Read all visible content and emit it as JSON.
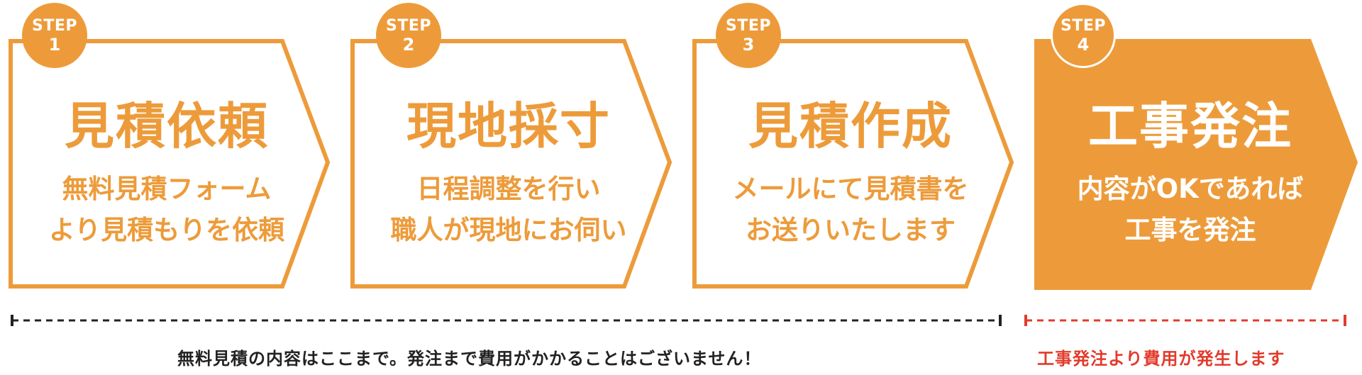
{
  "steps": [
    {
      "label": "STEP",
      "number": "1",
      "title": "見積依頼",
      "desc1": "無料見積フォーム",
      "desc2": "より見積もりを依頼"
    },
    {
      "label": "STEP",
      "number": "2",
      "title": "現地採寸",
      "desc1": "日程調整を行い",
      "desc2": "職人が現地にお伺い"
    },
    {
      "label": "STEP",
      "number": "3",
      "title": "見積作成",
      "desc1": "メールにて見積書を",
      "desc2": "お送りいたします"
    },
    {
      "label": "STEP",
      "number": "4",
      "title": "工事発注",
      "desc1": "内容がOKであれば",
      "desc2": "工事を発注"
    }
  ],
  "notes": {
    "free_range": "無料見積の内容はここまで。発注まで費用がかかることはございません！",
    "paid_range": "工事発注より費用が発生します"
  },
  "colors": {
    "accent": "#ed9b3a",
    "alert": "#e23b2c",
    "text": "#222222"
  }
}
